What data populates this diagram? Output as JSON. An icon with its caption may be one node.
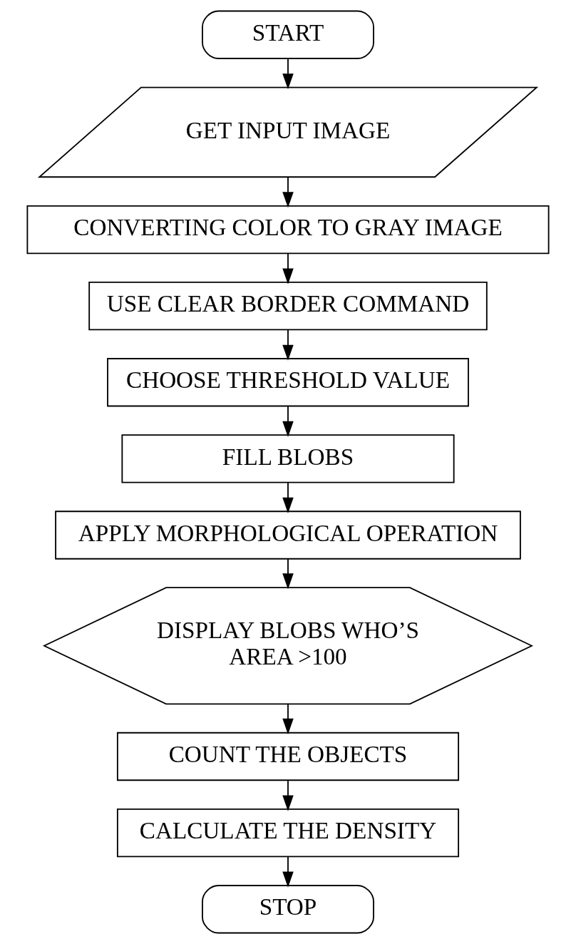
{
  "diagram": {
    "nodes": [
      {
        "text": [
          "START"
        ]
      },
      {
        "text": [
          "GET INPUT IMAGE"
        ]
      },
      {
        "text": [
          "CONVERTING COLOR TO GRAY IMAGE"
        ]
      },
      {
        "text": [
          "USE CLEAR BORDER COMMAND"
        ]
      },
      {
        "text": [
          "CHOOSE THRESHOLD VALUE"
        ]
      },
      {
        "text": [
          "FILL BLOBS"
        ]
      },
      {
        "text": [
          "APPLY MORPHOLOGICAL OPERATION"
        ]
      },
      {
        "text": [
          "DISPLAY BLOBS WHO’S AREA >100"
        ]
      },
      {
        "text": [
          "COUNT THE OBJECTS"
        ]
      },
      {
        "text": [
          "CALCULATE THE DENSITY"
        ]
      },
      {
        "text": [
          "STOP"
        ]
      }
    ],
    "edges": [
      {
        "from": 0,
        "to": 1,
        "arrow": "to"
      },
      {
        "from": 1,
        "to": 2,
        "arrow": "to"
      },
      {
        "from": 2,
        "to": 3,
        "arrow": "to"
      },
      {
        "from": 3,
        "to": 4,
        "arrow": "to"
      },
      {
        "from": 4,
        "to": 5,
        "arrow": "to"
      },
      {
        "from": 5,
        "to": 6,
        "arrow": "to"
      },
      {
        "from": 6,
        "to": 7,
        "arrow": "to"
      },
      {
        "from": 7,
        "to": 8,
        "arrow": "to"
      },
      {
        "from": 8,
        "to": 9,
        "arrow": "to"
      },
      {
        "from": 9,
        "to": 10,
        "arrow": "to"
      }
    ]
  }
}
